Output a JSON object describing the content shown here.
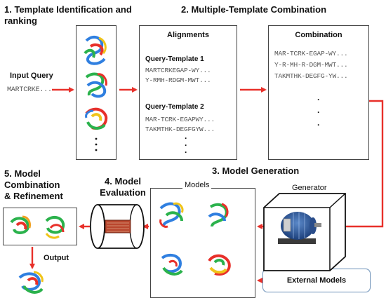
{
  "steps": {
    "step1": {
      "line1": "1. Template Identification and",
      "line2": "ranking"
    },
    "step2": "2. Multiple-Template Combination",
    "step3": "3. Model Generation",
    "step4": {
      "line1": "4. Model",
      "line2": "Evaluation"
    },
    "step5": {
      "line1": "5. Model",
      "line2": "Combination",
      "line3": "& Refinement"
    }
  },
  "input": {
    "label": "Input Query",
    "sequence": "MARTCRKE..."
  },
  "alignments": {
    "header": "Alignments",
    "pair1": {
      "label": "Query-Template 1",
      "seq1": "MARTCRKEGAP-WY...",
      "seq2": "Y-RMH-RDGM-MWT..."
    },
    "pair2": {
      "label": "Query-Template 2",
      "seq1": "MAR-TCRK-EGAPWY...",
      "seq2": "TAKMTHK-DEGFGYW..."
    },
    "dots": "⋮"
  },
  "combination": {
    "header": "Combination",
    "seqs": [
      "MAR-TCRK-EGAP-WY...",
      "Y-R-MH-R-DGM-MWT...",
      "TAKMTHK-DEGFG-YW..."
    ],
    "dots": "⋮"
  },
  "models": {
    "label": "Models"
  },
  "generator": {
    "label": "Generator"
  },
  "external": {
    "label": "External Models"
  },
  "output": {
    "label": "Output"
  },
  "template_dots": "⋮",
  "colors": {
    "arrow": "#e8302a",
    "box_border": "#444444",
    "external_border": "#6a8fb7"
  },
  "icons": [
    "protein-structure-icon",
    "electric-generator-icon",
    "evaluation-cylinder-icon"
  ]
}
